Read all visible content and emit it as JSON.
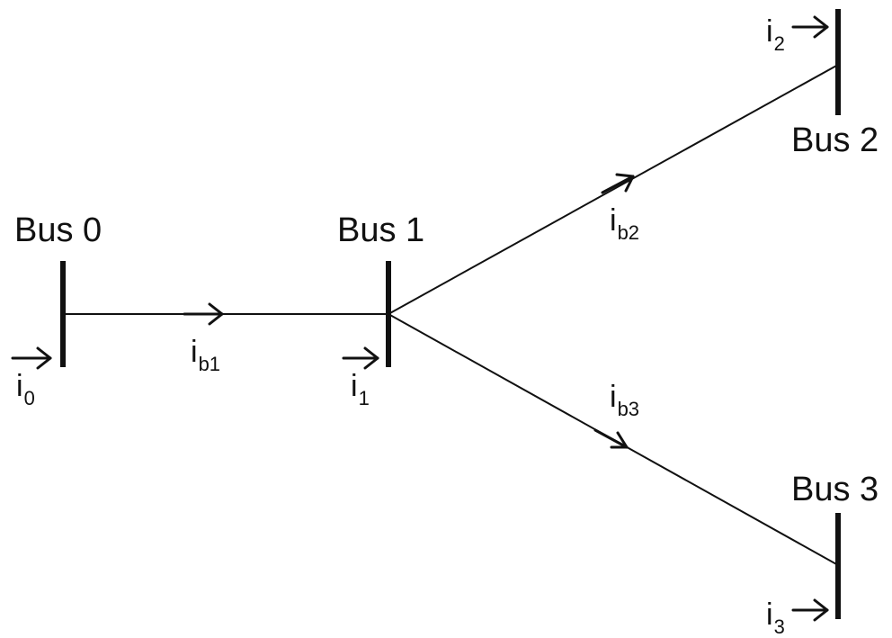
{
  "buses": [
    {
      "id": "bus0",
      "label": "Bus 0"
    },
    {
      "id": "bus1",
      "label": "Bus 1"
    },
    {
      "id": "bus2",
      "label": "Bus 2"
    },
    {
      "id": "bus3",
      "label": "Bus 3"
    }
  ],
  "injection_currents": [
    {
      "id": "i0",
      "base": "i",
      "sub": "0"
    },
    {
      "id": "i1",
      "base": "i",
      "sub": "1"
    },
    {
      "id": "i2",
      "base": "i",
      "sub": "2"
    },
    {
      "id": "i3",
      "base": "i",
      "sub": "3"
    }
  ],
  "branch_currents": [
    {
      "id": "ib1",
      "base": "i",
      "sub": "b1",
      "from": "Bus 0",
      "to": "Bus 1"
    },
    {
      "id": "ib2",
      "base": "i",
      "sub": "b2",
      "from": "Bus 1",
      "to": "Bus 2"
    },
    {
      "id": "ib3",
      "base": "i",
      "sub": "b3",
      "from": "Bus 1",
      "to": "Bus 3"
    }
  ],
  "colors": {
    "ink": "#111111",
    "background": "#ffffff"
  }
}
